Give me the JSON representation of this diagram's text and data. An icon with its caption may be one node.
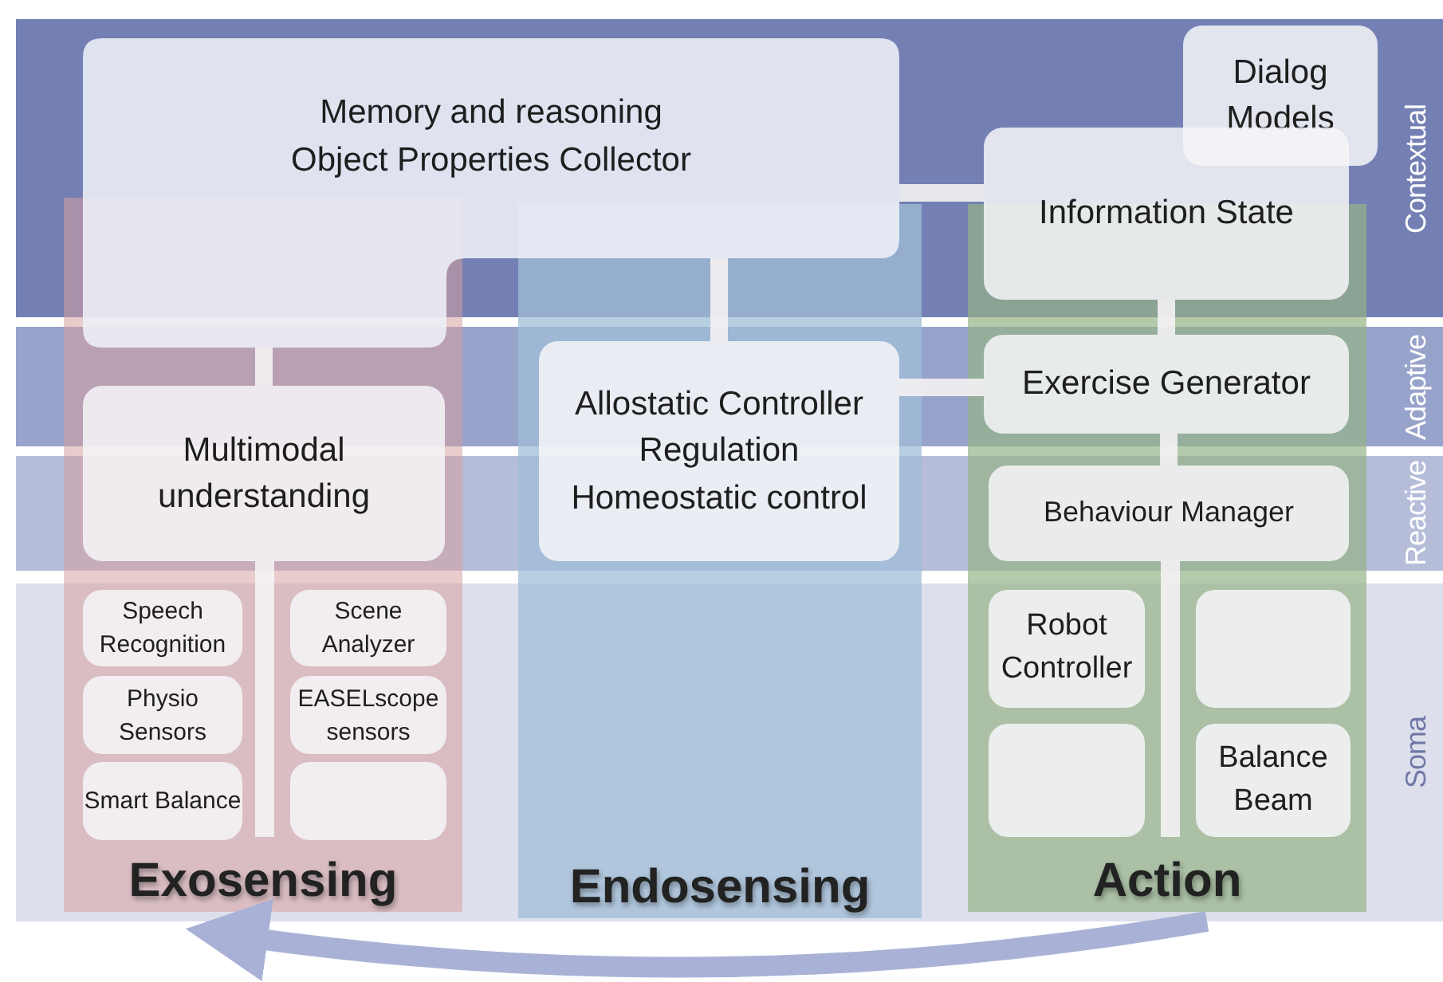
{
  "diagram": {
    "nodes": [
      {
        "text": [
          "Exosensing"
        ]
      },
      {
        "text": [
          "Endosensing"
        ]
      },
      {
        "text": [
          "Action"
        ]
      },
      {
        "text": [
          "Memory and reasoning",
          "Object Properties Collector"
        ]
      },
      {
        "text": [
          "Dialog Models"
        ]
      },
      {
        "text": [
          "Information State"
        ]
      },
      {
        "text": [
          "Multimodal understanding"
        ],
        "in": 0
      },
      {
        "text": [
          "Allostatic Controller",
          "Regulation",
          "Homeostatic control"
        ],
        "in": 1
      },
      {
        "text": [
          "Exercise Generator"
        ],
        "in": 2
      },
      {
        "text": [
          "Behaviour Manager"
        ],
        "in": 2
      },
      {
        "text": [
          "Speech Recognition"
        ],
        "in": 0
      },
      {
        "text": [
          "Scene Analyzer"
        ],
        "in": 0
      },
      {
        "text": [
          "Physio Sensors"
        ],
        "in": 0
      },
      {
        "text": [
          "EASELscope sensors"
        ],
        "in": 0
      },
      {
        "text": [
          "Smart Balance"
        ],
        "in": 0
      },
      {
        "text": [],
        "shape": "box",
        "in": 0
      },
      {
        "text": [
          "Robot Controller"
        ],
        "in": 2
      },
      {
        "text": [],
        "shape": "box",
        "in": 2
      },
      {
        "text": [],
        "shape": "box",
        "in": 2
      },
      {
        "text": [
          "Balance Beam"
        ],
        "in": 2
      }
    ],
    "edges": [
      {
        "from": 3,
        "to": 5,
        "arrow": "none"
      },
      {
        "from": 3,
        "to": 6,
        "arrow": "none"
      },
      {
        "from": 3,
        "to": 7,
        "arrow": "none"
      },
      {
        "from": 7,
        "to": 8,
        "arrow": "none"
      },
      {
        "from": 5,
        "to": 8,
        "arrow": "none"
      },
      {
        "from": 8,
        "to": 9,
        "arrow": "none"
      },
      {
        "from": 2,
        "to": 0,
        "arrow": "to"
      }
    ],
    "labels": [
      "Contextual",
      "Adaptive",
      "Reactive",
      "Soma"
    ]
  }
}
